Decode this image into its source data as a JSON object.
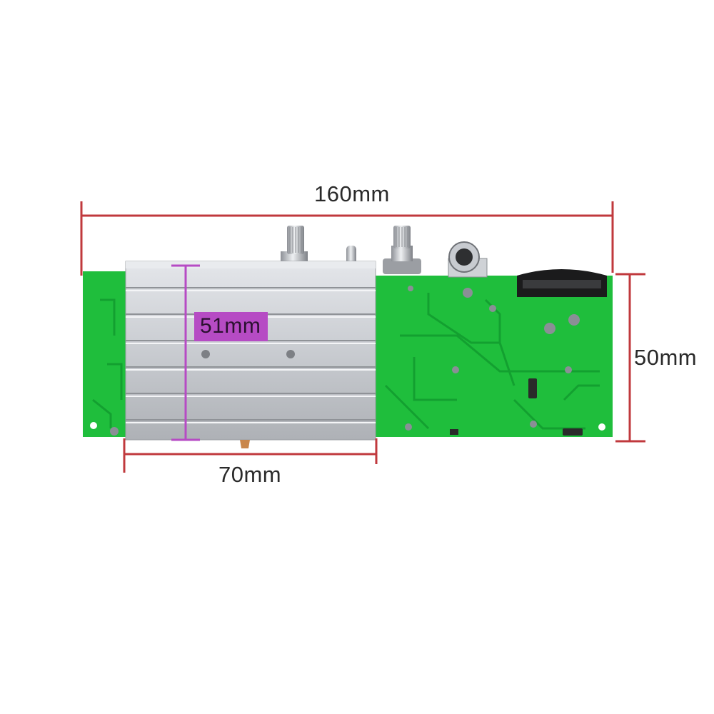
{
  "dimensions": {
    "overall_length": "160mm",
    "board_height": "50mm",
    "heatsink_width": "70mm",
    "heatsink_height": "51mm"
  },
  "colors": {
    "dimension_line": "#c0393d",
    "heatsink_marker": "#b64bc4",
    "pcb_green": "#1fbe3c",
    "heatsink_silver": "#d0d3d8"
  }
}
